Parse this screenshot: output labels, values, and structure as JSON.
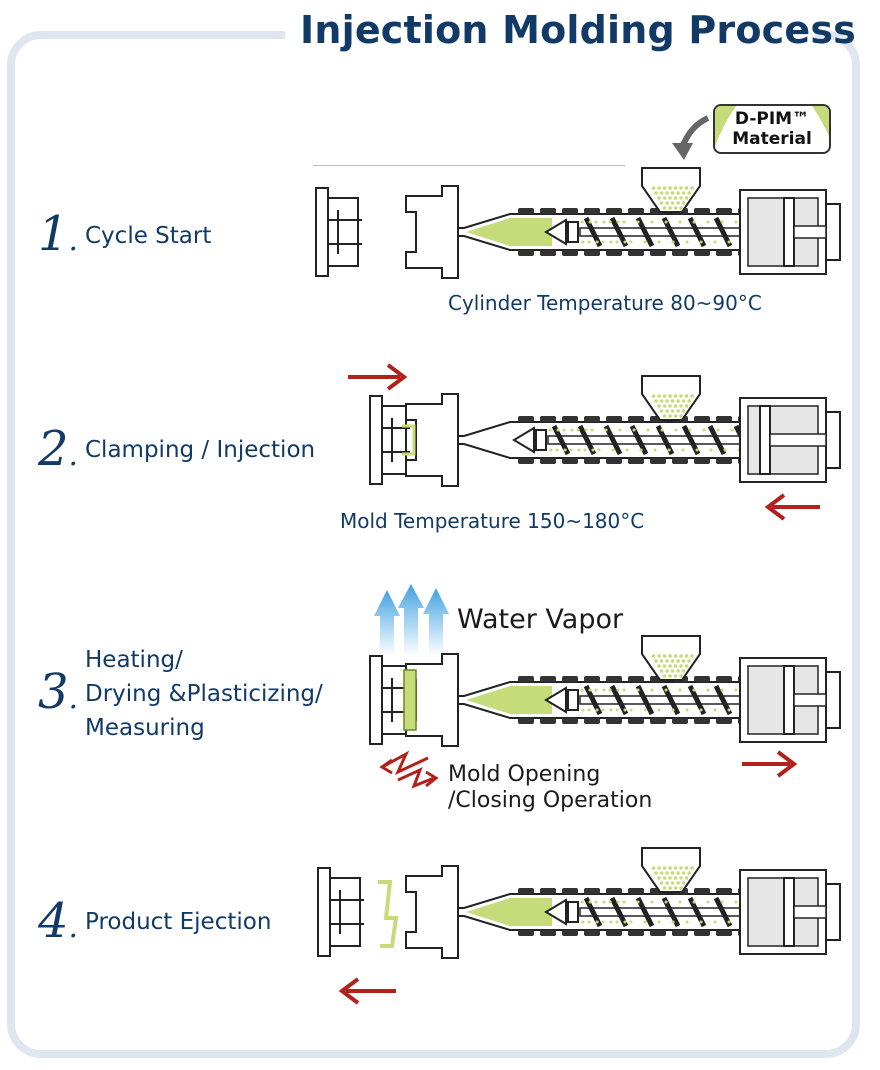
{
  "title": "Injection Molding Process",
  "badge": {
    "line1": "D-PIM™",
    "line2": "Material"
  },
  "steps": [
    {
      "num": "1",
      "label": [
        "Cycle Start"
      ]
    },
    {
      "num": "2",
      "label": [
        "Clamping / Injection"
      ]
    },
    {
      "num": "3",
      "label": [
        "Heating/",
        "Drying &Plasticizing/",
        "Measuring"
      ]
    },
    {
      "num": "4",
      "label": [
        "Product Ejection"
      ]
    }
  ],
  "notes": {
    "cylinder_temp": "Cylinder Temperature  80~90°C",
    "mold_temp": "Mold Temperature  150~180°C",
    "water_vapor": "Water Vapor",
    "mold_opening": [
      "Mold Opening",
      "/Closing Operation"
    ]
  },
  "colors": {
    "title": "#123a66",
    "frame": "#dfe6ef",
    "material": "#c6dc7a",
    "arrow": "#b1221c",
    "vapor": "#62b3e6"
  }
}
